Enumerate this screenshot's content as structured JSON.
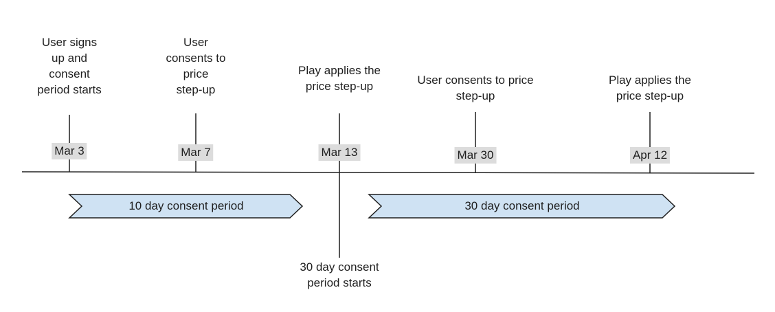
{
  "diagram": {
    "events": [
      {
        "id": "e1",
        "label": "User signs\nup and\nconsent\nperiod starts",
        "date": "Mar 3"
      },
      {
        "id": "e2",
        "label": "User\nconsents to\nprice\nstep-up",
        "date": "Mar 7"
      },
      {
        "id": "e3",
        "label": "Play applies the\nprice step-up",
        "date": "Mar 13"
      },
      {
        "id": "e4",
        "label": "User consents to price\nstep-up",
        "date": "Mar 30"
      },
      {
        "id": "e5",
        "label": "Play applies the\nprice step-up",
        "date": "Apr 12"
      }
    ],
    "periods": [
      {
        "id": "p1",
        "label": "10 day consent period"
      },
      {
        "id": "p2",
        "label": "30 day consent period"
      }
    ],
    "below_note": "30 day consent\nperiod starts",
    "colors": {
      "line": "#1f1f1f",
      "period_fill": "#cfe2f3",
      "date_bg": "#dcdcdc"
    }
  }
}
